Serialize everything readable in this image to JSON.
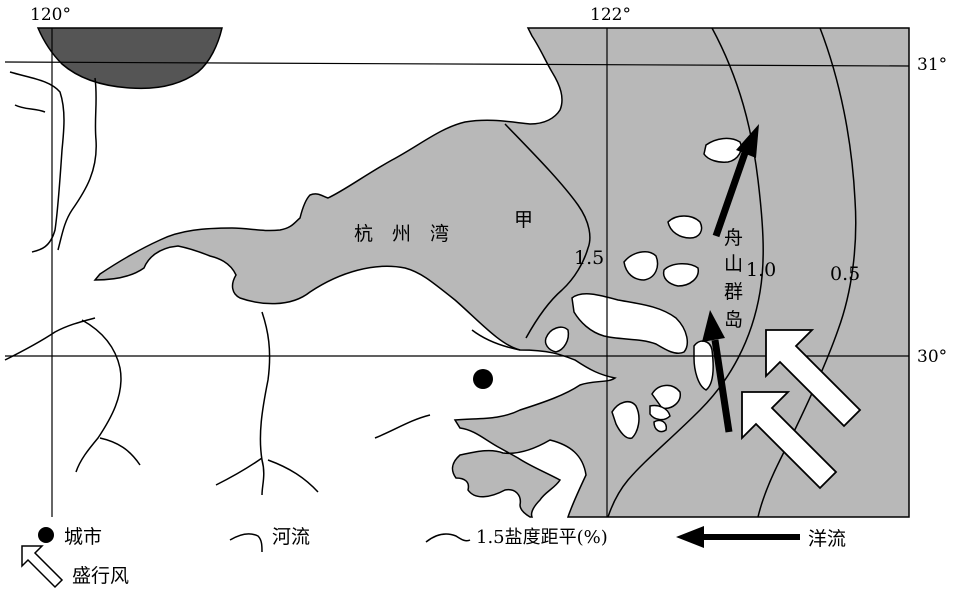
{
  "map": {
    "longitude_labels": [
      "120°",
      "122°"
    ],
    "latitude_labels": [
      "31°",
      "30°"
    ],
    "place_labels": {
      "bay": [
        "杭",
        "州",
        "湾"
      ],
      "point_jia": "甲",
      "archipelago": [
        "舟",
        "山",
        "群",
        "岛"
      ]
    },
    "isoline_labels": [
      "1.5",
      "1.0",
      "0.5"
    ],
    "colors": {
      "sea": "#b8b8b8",
      "land": "#ffffff",
      "lake": "#555555",
      "ink": "#000000"
    }
  },
  "legend": {
    "items": [
      {
        "symbol": "city-dot-icon",
        "label": "城市"
      },
      {
        "symbol": "river-line-icon",
        "label": "河流"
      },
      {
        "symbol": "salinity-isoline-icon",
        "label": "1.5盐度距平(%)"
      },
      {
        "symbol": "current-arrow-icon",
        "label": "洋流"
      },
      {
        "symbol": "wind-arrow-icon",
        "label": "盛行风"
      }
    ]
  }
}
